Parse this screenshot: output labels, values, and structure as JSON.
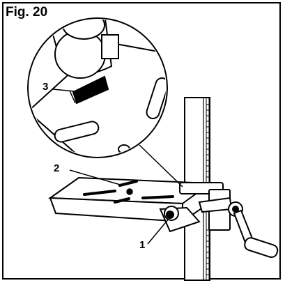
{
  "figure": {
    "title": "Fig. 20",
    "callouts": {
      "one": "1",
      "two": "2",
      "three": "3"
    }
  },
  "icons": [
    "drill-press-table",
    "detail-magnifier-circle",
    "column",
    "crank-handle",
    "clamp-bolt"
  ]
}
